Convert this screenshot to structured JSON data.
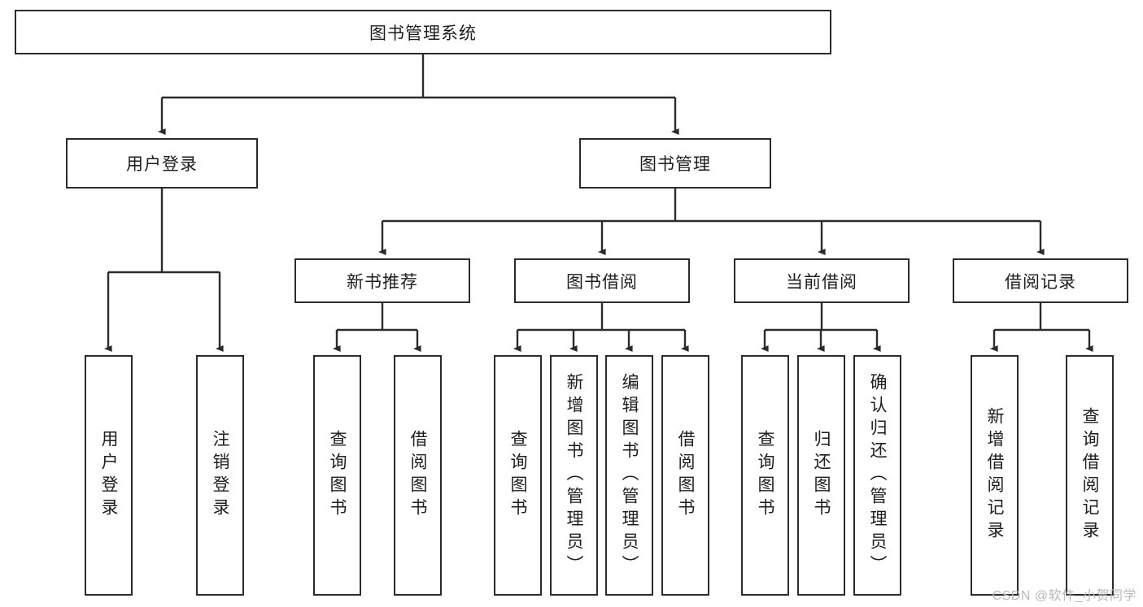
{
  "diagram": {
    "type": "tree-hierarchy-diagram",
    "title": "图书管理系统",
    "background_color": "#ffffff",
    "line_color": "#2b2b2b",
    "text_color": "#1d1d1d",
    "root": {
      "label": "图书管理系统"
    },
    "level2": [
      {
        "label": "用户登录"
      },
      {
        "label": "图书管理"
      }
    ],
    "level3": [
      {
        "label": "新书推荐"
      },
      {
        "label": "图书借阅"
      },
      {
        "label": "当前借阅"
      },
      {
        "label": "借阅记录"
      }
    ],
    "leaves": {
      "user_login": [
        {
          "label": "用户登录"
        },
        {
          "label": "注销登录"
        }
      ],
      "new_book_recommend": [
        {
          "label": "查询图书"
        },
        {
          "label": "借阅图书"
        }
      ],
      "book_borrow": [
        {
          "label": "查询图书"
        },
        {
          "label": "新增图书（管理员）"
        },
        {
          "label": "编辑图书（管理员）"
        },
        {
          "label": "借阅图书"
        }
      ],
      "current_borrow": [
        {
          "label": "查询图书"
        },
        {
          "label": "归还图书"
        },
        {
          "label": "确认归还（管理员）"
        }
      ],
      "borrow_records": [
        {
          "label": "新增借阅记录"
        },
        {
          "label": "查询借阅记录"
        }
      ]
    }
  },
  "watermark": {
    "text": "CSDN @软件_小贺同学"
  }
}
